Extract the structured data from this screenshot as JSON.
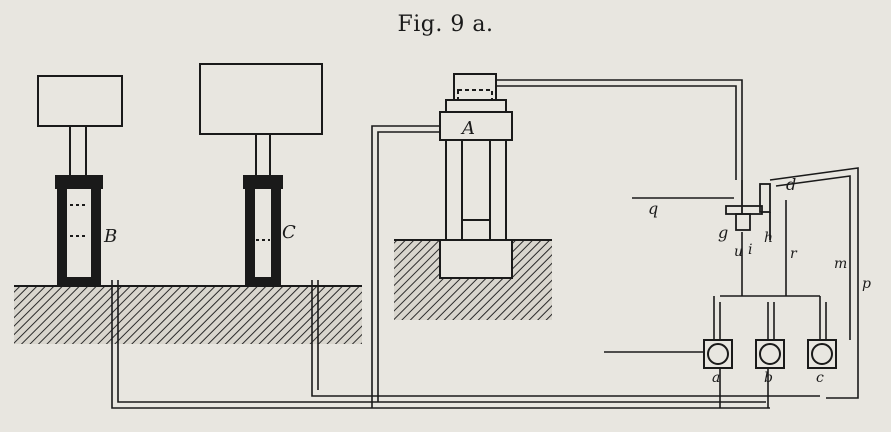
{
  "figure": {
    "title": "Fig. 9 a."
  },
  "labels": {
    "B": "B",
    "C": "C",
    "A": "A",
    "q": "q",
    "g": "g",
    "d": "d",
    "u": "u",
    "i": "i",
    "h": "h",
    "r": "r",
    "m": "m",
    "p": "p",
    "a": "a",
    "b": "b",
    "c": "c"
  }
}
